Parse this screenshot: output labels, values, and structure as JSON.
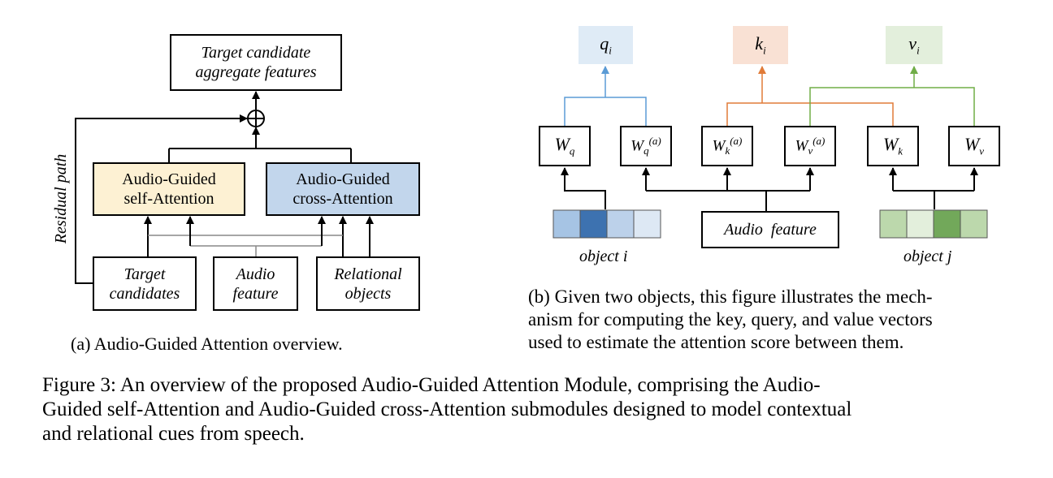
{
  "panel_a": {
    "target_aggregate": [
      "Target candidate",
      "aggregate features"
    ],
    "self_attention": [
      "Audio-Guided",
      "self-Attention"
    ],
    "cross_attention": [
      "Audio-Guided",
      "cross-Attention"
    ],
    "target_candidates": [
      "Target",
      "candidates"
    ],
    "audio_feature": [
      "Audio",
      "feature"
    ],
    "relational_objects": [
      "Relational",
      "objects"
    ],
    "residual_path": "Residual path",
    "plus_symbol": "⊕",
    "caption": "(a) Audio-Guided Attention overview.",
    "colors": {
      "self_fill": "#fdf1d3",
      "cross_fill": "#c2d6ec"
    }
  },
  "panel_b": {
    "outputs": [
      {
        "base": "q",
        "sub": "i",
        "color": "#dfebf6"
      },
      {
        "base": "k",
        "sub": "i",
        "color": "#f9e1d4"
      },
      {
        "base": "v",
        "sub": "i",
        "color": "#e3efdc"
      }
    ],
    "weights": [
      {
        "base": "W",
        "sub": "q",
        "sup": ""
      },
      {
        "base": "W",
        "sub": "q",
        "sup": "(a)"
      },
      {
        "base": "W",
        "sub": "k",
        "sup": "(a)"
      },
      {
        "base": "W",
        "sub": "v",
        "sup": "(a)"
      },
      {
        "base": "W",
        "sub": "k",
        "sup": ""
      },
      {
        "base": "W",
        "sub": "v",
        "sup": ""
      }
    ],
    "audio_feature": "Audio  feature",
    "object_i": "object i",
    "object_j": "object j",
    "object_i_colors": [
      "#a6c4e4",
      "#3d72b0",
      "#bcd1ea",
      "#dde8f4"
    ],
    "object_j_colors": [
      "#bcd8ac",
      "#e3efdc",
      "#72a85a",
      "#bcd8ac"
    ],
    "line_colors": {
      "q": "#5b9bd5",
      "k": "#e07b39",
      "v": "#70ad47"
    },
    "caption": [
      "(b) Given two objects, this figure illustrates the mech-",
      "anism for computing the key, query, and value vectors",
      "used to estimate the attention score between them."
    ]
  },
  "figure_caption": [
    "Figure 3: An overview of the proposed Audio-Guided Attention Module, comprising the Audio-",
    "Guided self-Attention and Audio-Guided cross-Attention submodules designed to model contextual",
    "and relational cues from speech."
  ]
}
